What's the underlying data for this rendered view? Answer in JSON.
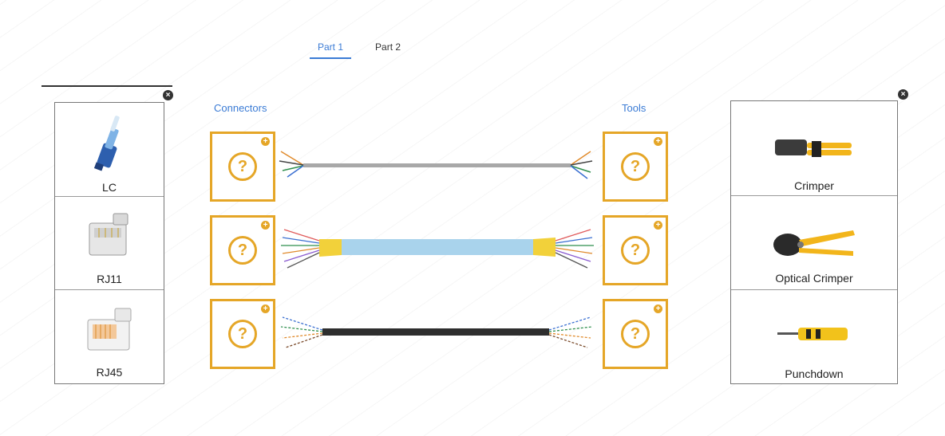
{
  "tabs": [
    {
      "label": "Part 1",
      "active": true
    },
    {
      "label": "Part 2",
      "active": false
    }
  ],
  "sections": {
    "connectors": "Connectors",
    "tools": "Tools"
  },
  "connectors_panel": {
    "items": [
      {
        "label": "LC",
        "icon": "lc-connector-icon"
      },
      {
        "label": "RJ11",
        "icon": "rj11-connector-icon"
      },
      {
        "label": "RJ45",
        "icon": "rj45-connector-icon"
      }
    ]
  },
  "tools_panel": {
    "items": [
      {
        "label": "Crimper",
        "icon": "crimper-icon"
      },
      {
        "label": "Optical Crimper",
        "icon": "optical-crimper-icon"
      },
      {
        "label": "Punchdown",
        "icon": "punchdown-icon"
      }
    ]
  },
  "drop_targets": {
    "symbol": "?",
    "add_symbol": "+"
  },
  "close_symbol": "×",
  "colors": {
    "accent": "#3a7bd5",
    "target_border": "#e5a627",
    "cable_gray": "#a8a8a8",
    "cable_blue": "#a9d3ec",
    "cable_black": "#2e2e2e"
  },
  "cables": [
    "gray-cable",
    "fiber-blue-cable",
    "black-cable"
  ]
}
